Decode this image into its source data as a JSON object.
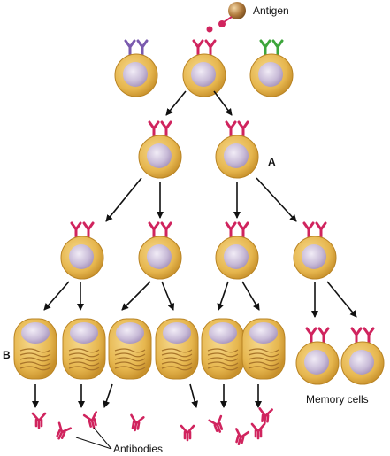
{
  "labels": {
    "antigen": "Antigen",
    "a": "A",
    "b": "B",
    "memory_cells": "Memory cells",
    "antibodies": "Antibodies"
  },
  "colors": {
    "cell_fill": "#E6B64E",
    "nucleus": "#C9BCD8",
    "receptor_selected": "#D0245E",
    "receptor_purple": "#7A5AAE",
    "receptor_green": "#3DA53B",
    "antigen_ball": "#B07A3C",
    "arrow": "#111111"
  }
}
